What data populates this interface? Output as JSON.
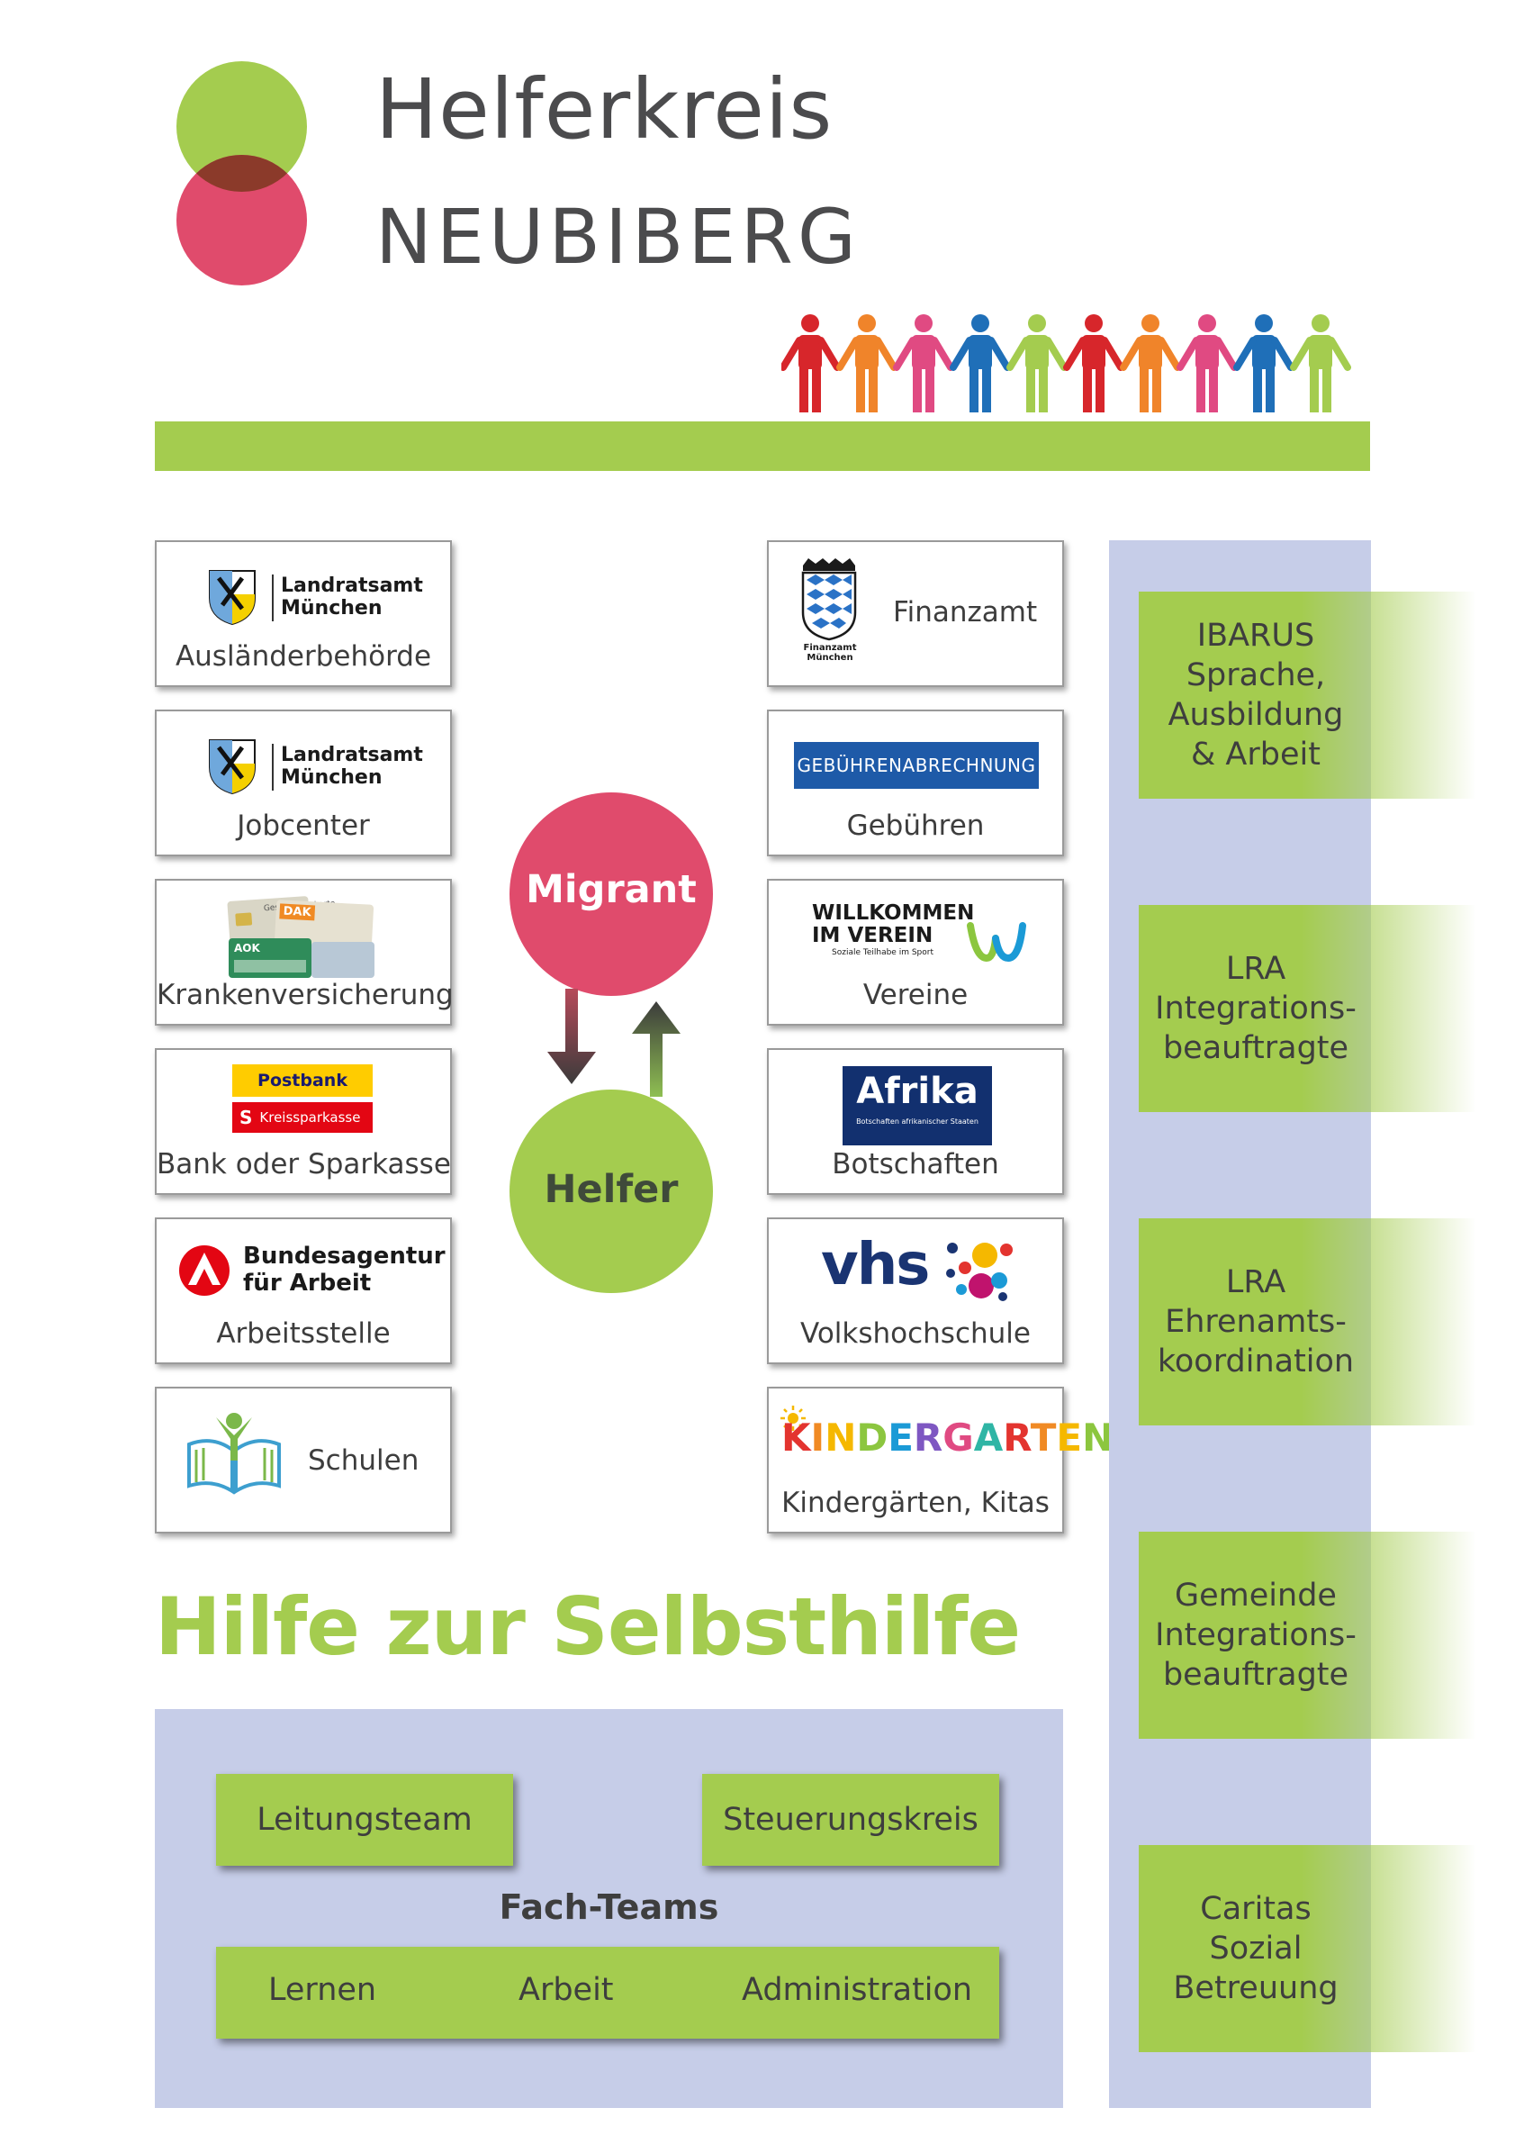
{
  "header": {
    "title_line1": "Helferkreis",
    "title_line2": "NEUBIBERG",
    "people_colors": [
      "#d7262b",
      "#f0842a",
      "#e04a82",
      "#1f6fb8",
      "#a4cc4f",
      "#d7262b",
      "#f0842a",
      "#e04a82",
      "#1f6fb8",
      "#a4cc4f"
    ]
  },
  "colors": {
    "green": "#a4cc4f",
    "pink": "#e04b6c",
    "lavender": "#c6cde8"
  },
  "left_services": [
    {
      "logo_l1": "Landratsamt",
      "logo_l2": "München",
      "label": "Ausländerbehörde"
    },
    {
      "logo_l1": "Landratsamt",
      "logo_l2": "München",
      "label": "Jobcenter"
    },
    {
      "label": "Krankenversicherung",
      "card_texts": [
        "Gesundheitskarte",
        "DAK",
        "AOK"
      ]
    },
    {
      "label": "Bank oder Sparkasse",
      "logo_l1": "Postbank",
      "logo_l2": "Kreissparkasse"
    },
    {
      "logo_l1": "Bundesagentur",
      "logo_l2": "für Arbeit",
      "label": "Arbeitsstelle"
    },
    {
      "label": "Schulen"
    }
  ],
  "right_services": [
    {
      "label": "Finanzamt",
      "logo_text": "Finanzamt München"
    },
    {
      "logo_text": "GEBÜHRENABRECHNUNG",
      "label": "Gebühren"
    },
    {
      "logo_l1": "WILLKOMMEN",
      "logo_l2": "IM VEREIN",
      "logo_l3": "Soziale Teilhabe im Sport",
      "label": "Vereine"
    },
    {
      "logo_l1": "Afrika",
      "logo_l2": "Botschaften afrikanischer Staaten",
      "label": "Botschaften"
    },
    {
      "logo_text": "vhs",
      "label": "Volkshochschule"
    },
    {
      "logo_text": "KINDERGARTEN",
      "label": "Kindergärten, Kitas"
    }
  ],
  "center": {
    "top": "Migrant",
    "bottom": "Helfer"
  },
  "slogan": "Hilfe zur Selbsthilfe",
  "teams": {
    "leitung": "Leitungsteam",
    "steuerung": "Steuerungskreis",
    "fach_title": "Fach-Teams",
    "fach": [
      "Lernen",
      "Arbeit",
      "Administration"
    ]
  },
  "sidebar": [
    {
      "lines": [
        "IBARUS",
        "Sprache,",
        "Ausbildung",
        "& Arbeit"
      ]
    },
    {
      "lines": [
        "LRA",
        "Integrations-",
        "beauftragte"
      ]
    },
    {
      "lines": [
        "LRA",
        "Ehrenamts-",
        "koordination"
      ]
    },
    {
      "lines": [
        "Gemeinde",
        "Integrations-",
        "beauftragte"
      ]
    },
    {
      "lines": [
        "Caritas",
        "Sozial",
        "Betreuung"
      ]
    }
  ]
}
